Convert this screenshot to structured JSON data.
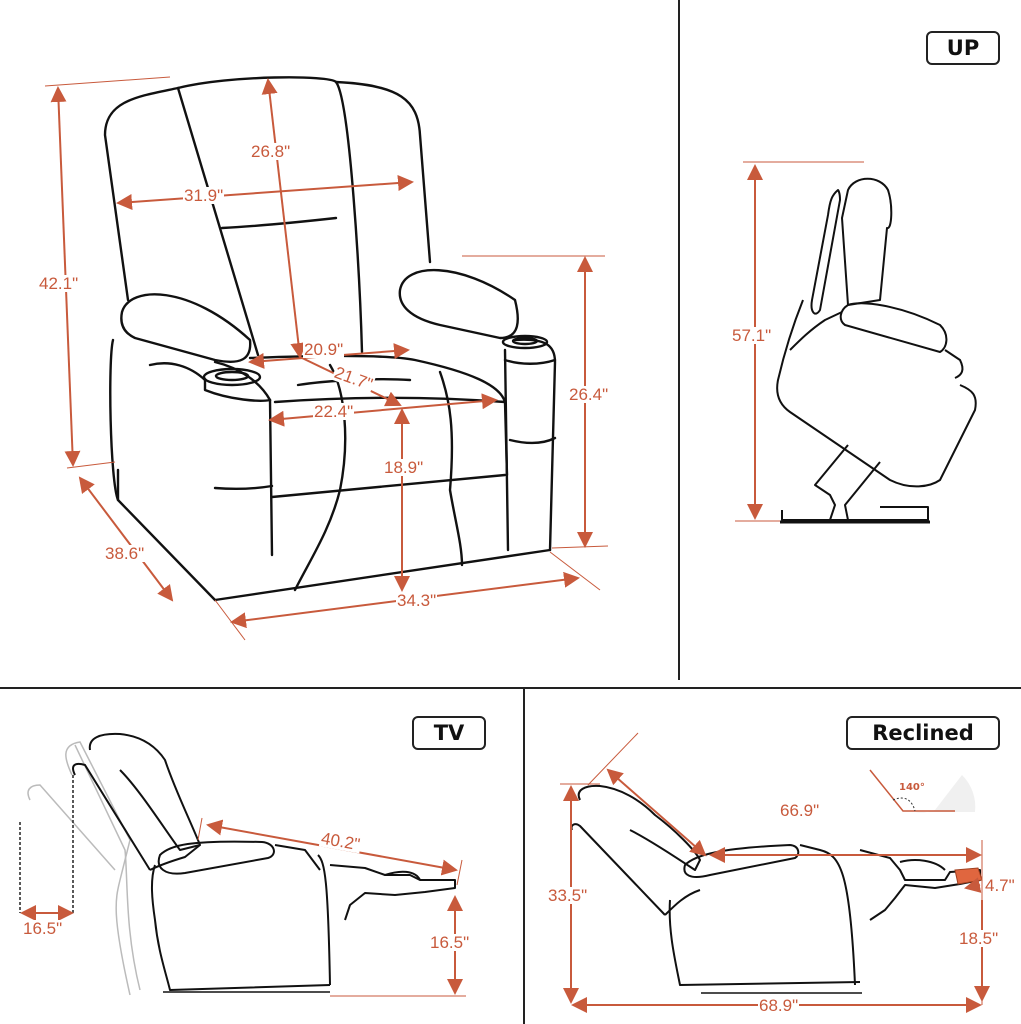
{
  "panels": {
    "front": {
      "dimensions": {
        "overall_height": "42.1\"",
        "back_height": "26.8\"",
        "back_width": "31.9\"",
        "seat_width_back": "20.9\"",
        "seat_depth": "21.7\"",
        "seat_width_front": "22.4\"",
        "seat_height": "18.9\"",
        "arm_height": "26.4\"",
        "overall_depth": "38.6\"",
        "overall_width": "34.3\""
      }
    },
    "up": {
      "badge": "UP",
      "dimensions": {
        "lift_height": "57.1\""
      }
    },
    "tv": {
      "badge": "TV",
      "dimensions": {
        "back_clearance": "16.5\"",
        "seat_to_foot_length": "40.2\"",
        "footrest_height": "16.5\""
      }
    },
    "reclined": {
      "badge": "Reclined",
      "angle": "140°",
      "dimensions": {
        "recline_height": "33.5\"",
        "head_to_foot_length": "66.9\"",
        "footrest_extension": "4.7\"",
        "footrest_height": "18.5\"",
        "overall_length": "68.9\""
      }
    }
  },
  "colors": {
    "dimension": "#c85a3c",
    "outline": "#111111",
    "divider": "#222222",
    "highlight": "#e0663f"
  }
}
